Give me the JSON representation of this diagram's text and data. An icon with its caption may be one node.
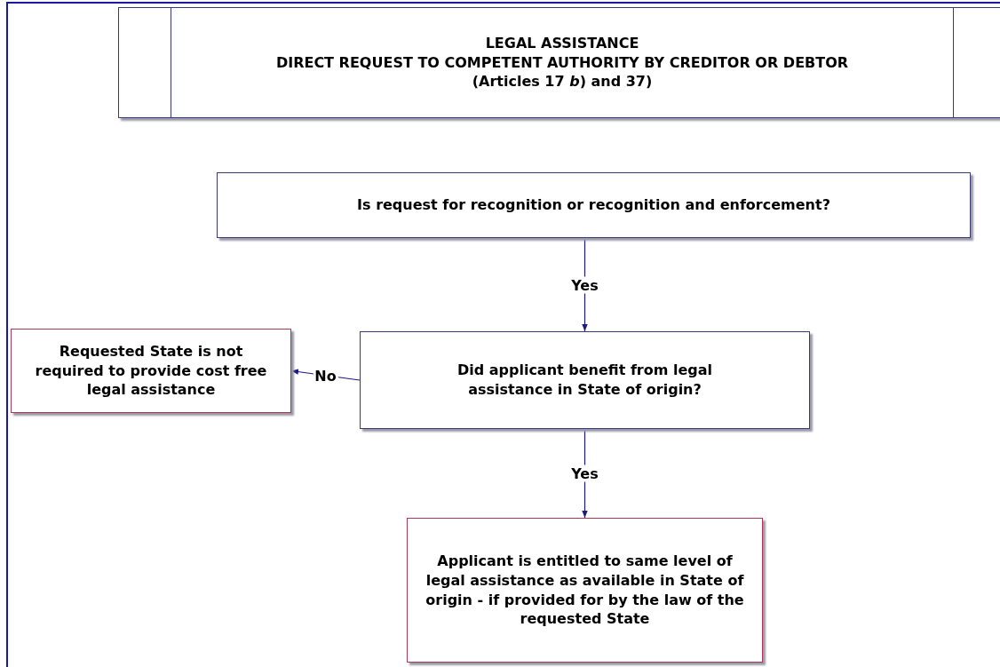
{
  "diagram": {
    "nodes": [
      {
        "text": [
          "LEGAL ASSISTANCE",
          "DIRECT REQUEST TO COMPETENT AUTHORITY BY CREDITOR OR DEBTOR",
          "(Articles 17 *b*) and 37)"
        ]
      },
      {
        "text": [
          "Is request for recognition or recognition and enforcement?"
        ]
      },
      {
        "text": [
          "Did applicant benefit from legal assistance in State of origin?"
        ]
      },
      {
        "text": [
          "Requested State is not required to provide cost free legal assistance"
        ]
      },
      {
        "text": [
          "Applicant is entitled to same level of legal assistance as available in State of origin - if provided for by the law of the requested State"
        ]
      }
    ],
    "edges": [
      {
        "from": 1,
        "to": 2,
        "arrow": "to",
        "label": "Yes"
      },
      {
        "from": 2,
        "to": 3,
        "arrow": "to",
        "label": "No"
      },
      {
        "from": 2,
        "to": 4,
        "arrow": "to",
        "label": "Yes"
      }
    ]
  }
}
